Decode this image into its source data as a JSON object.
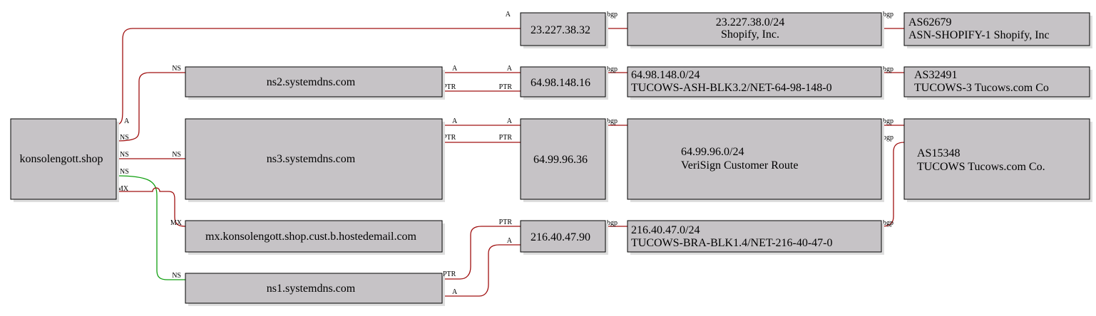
{
  "nodes": {
    "domain": {
      "lines": [
        "konsolengott.shop"
      ]
    },
    "ns2": {
      "lines": [
        "ns2.systemdns.com"
      ]
    },
    "ns3": {
      "lines": [
        "ns3.systemdns.com"
      ]
    },
    "mx": {
      "lines": [
        "mx.konsolengott.shop.cust.b.hostedemail.com"
      ]
    },
    "ns1": {
      "lines": [
        "ns1.systemdns.com"
      ]
    },
    "ip_shopify": {
      "lines": [
        "23.227.38.32"
      ]
    },
    "ip_64_98": {
      "lines": [
        "64.98.148.16"
      ]
    },
    "ip_64_99": {
      "lines": [
        "64.99.96.36"
      ]
    },
    "ip_216": {
      "lines": [
        "216.40.47.90"
      ]
    },
    "net_shopify": {
      "lines": [
        "23.227.38.0/24",
        "Shopify, Inc."
      ]
    },
    "net_64_98": {
      "lines": [
        "64.98.148.0/24",
        "TUCOWS-ASH-BLK3.2/NET-64-98-148-0"
      ]
    },
    "net_64_99": {
      "lines": [
        "64.99.96.0/24",
        "VeriSign Customer Route"
      ]
    },
    "net_216": {
      "lines": [
        "216.40.47.0/24",
        "TUCOWS-BRA-BLK1.4/NET-216-40-47-0"
      ]
    },
    "as_shopify": {
      "lines": [
        "AS62679",
        "ASN-SHOPIFY-1 Shopify, Inc"
      ]
    },
    "as_32491": {
      "lines": [
        "AS32491",
        "TUCOWS-3 Tucows.com Co"
      ]
    },
    "as_15348": {
      "lines": [
        "AS15348",
        "TUCOWS Tucows.com Co."
      ]
    }
  },
  "edges": [
    {
      "from": "domain",
      "to": "ip_shopify",
      "label": "A"
    },
    {
      "from": "domain",
      "to": "ns2",
      "label": "NS"
    },
    {
      "from": "domain",
      "to": "ns3",
      "label": "NS"
    },
    {
      "from": "domain",
      "to": "ns1",
      "label": "NS",
      "color": "green"
    },
    {
      "from": "domain",
      "to": "mx",
      "label": "MX"
    },
    {
      "from": "ns2",
      "to": "ip_64_98",
      "label": "A"
    },
    {
      "from": "ns2",
      "to": "ip_64_98",
      "label": "PTR"
    },
    {
      "from": "ns3",
      "to": "ip_64_99",
      "label": "A"
    },
    {
      "from": "ns3",
      "to": "ip_64_99",
      "label": "PTR"
    },
    {
      "from": "ns1",
      "to": "ip_216",
      "label": "PTR"
    },
    {
      "from": "ns1",
      "to": "ip_216",
      "label": "A"
    },
    {
      "from": "ip_shopify",
      "to": "net_shopify",
      "label": "bgp"
    },
    {
      "from": "ip_64_98",
      "to": "net_64_98",
      "label": "bgp"
    },
    {
      "from": "ip_64_99",
      "to": "net_64_99",
      "label": "bgp"
    },
    {
      "from": "ip_216",
      "to": "net_216",
      "label": "bgp"
    },
    {
      "from": "net_shopify",
      "to": "as_shopify",
      "label": "bgp"
    },
    {
      "from": "net_64_98",
      "to": "as_32491",
      "label": "bgp"
    },
    {
      "from": "net_64_99",
      "to": "as_15348",
      "label": "bgp"
    },
    {
      "from": "net_216",
      "to": "as_15348",
      "label": "bgp"
    }
  ]
}
